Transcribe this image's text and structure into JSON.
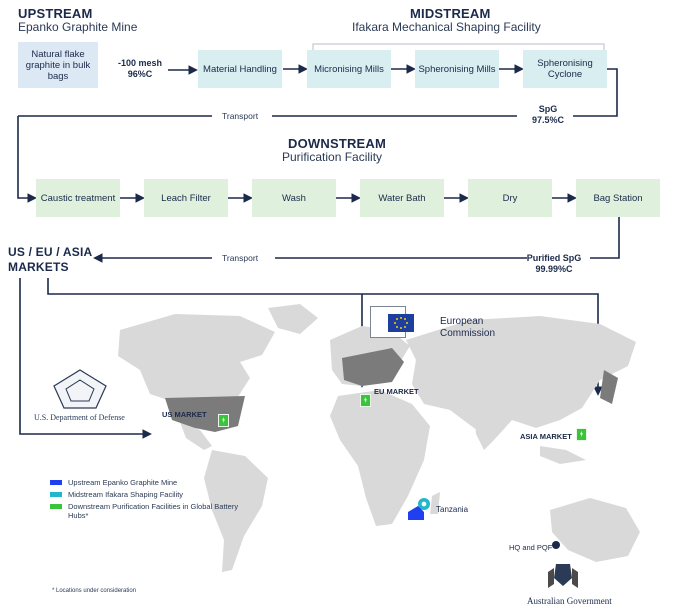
{
  "upstream": {
    "title": "UPSTREAM",
    "subtitle": "Epanko Graphite Mine",
    "box": "Natural flake graphite in bulk bags",
    "spec_line1": "-100 mesh",
    "spec_line2": "96%C"
  },
  "midstream": {
    "title": "MIDSTREAM",
    "subtitle": "Ifakara Mechanical Shaping Facility",
    "boxes": [
      "Material Handling",
      "Micronising Mills",
      "Spheronising Mills",
      "Spheronising Cyclone"
    ],
    "spec_line1": "SpG",
    "spec_line2": "97.5%C"
  },
  "downstream": {
    "title": "DOWNSTREAM",
    "subtitle": "Purification Facility",
    "boxes": [
      "Caustic treatment",
      "Leach Filter",
      "Wash",
      "Water Bath",
      "Dry",
      "Bag Station"
    ],
    "spec_line1": "Purified SpG",
    "spec_line2": "99.99%C"
  },
  "transport_1": "Transport",
  "transport_2": "Transport",
  "markets_title_1": "US / EU / ASIA",
  "markets_title_2": "MARKETS",
  "map": {
    "us_market": "US MARKET",
    "eu_market": "EU MARKET",
    "asia_market": "ASIA MARKET",
    "tanzania": "Tanzania",
    "hq": "HQ and PQF"
  },
  "logos": {
    "dod": "U.S. Department of Defense",
    "ec_1": "European",
    "ec_2": "Commission",
    "aus": "Australian Government"
  },
  "legend": [
    {
      "label": "Upstream Epanko Graphite Mine",
      "color": "#1f3ff0"
    },
    {
      "label": "Midstream Ifakara Shaping Facility",
      "color": "#1fb7c9"
    },
    {
      "label": "Downstream Purification Facilities in Global Battery Hubs*",
      "color": "#3cc33c"
    }
  ],
  "footnote": "* Locations under consideration",
  "colors": {
    "navy": "#1b2a4a",
    "upstream_box": "#dde8f5",
    "midstream_box": "#d8eef0",
    "downstream_box": "#dff1dc",
    "map": "#d9d9d9"
  }
}
